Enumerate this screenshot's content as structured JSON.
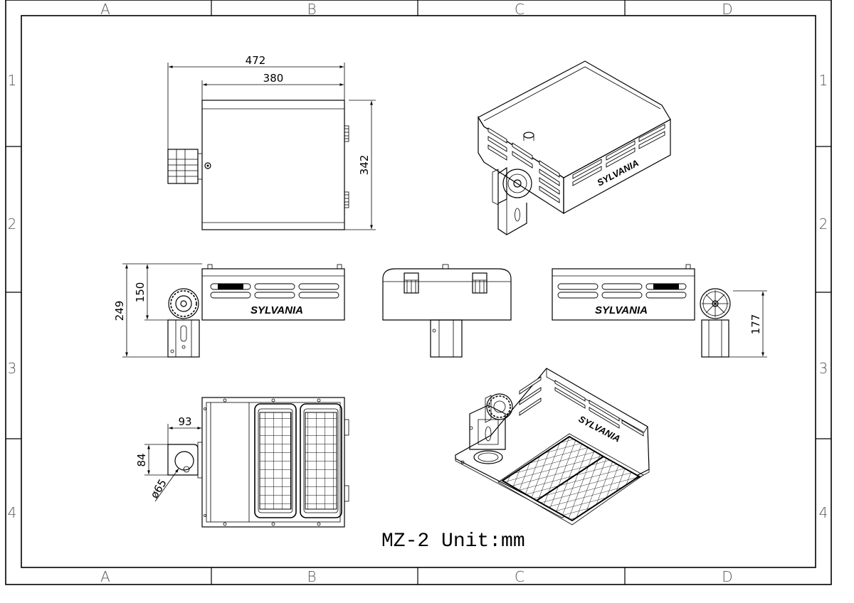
{
  "title_note": "MZ-2 Unit:mm",
  "brand": "SYLVANIA",
  "zones": {
    "columns": [
      "A",
      "B",
      "C",
      "D"
    ],
    "rows": [
      "1",
      "2",
      "3",
      "4"
    ]
  },
  "dimensions": {
    "top_overall_length": "472",
    "top_body_length": "380",
    "top_depth": "342",
    "side_total_height": "249",
    "side_body_height": "150",
    "side_mount_height": "177",
    "bottom_mount_offset": "93",
    "bottom_mount_height": "84",
    "bottom_hole_diameter": "ø65"
  }
}
